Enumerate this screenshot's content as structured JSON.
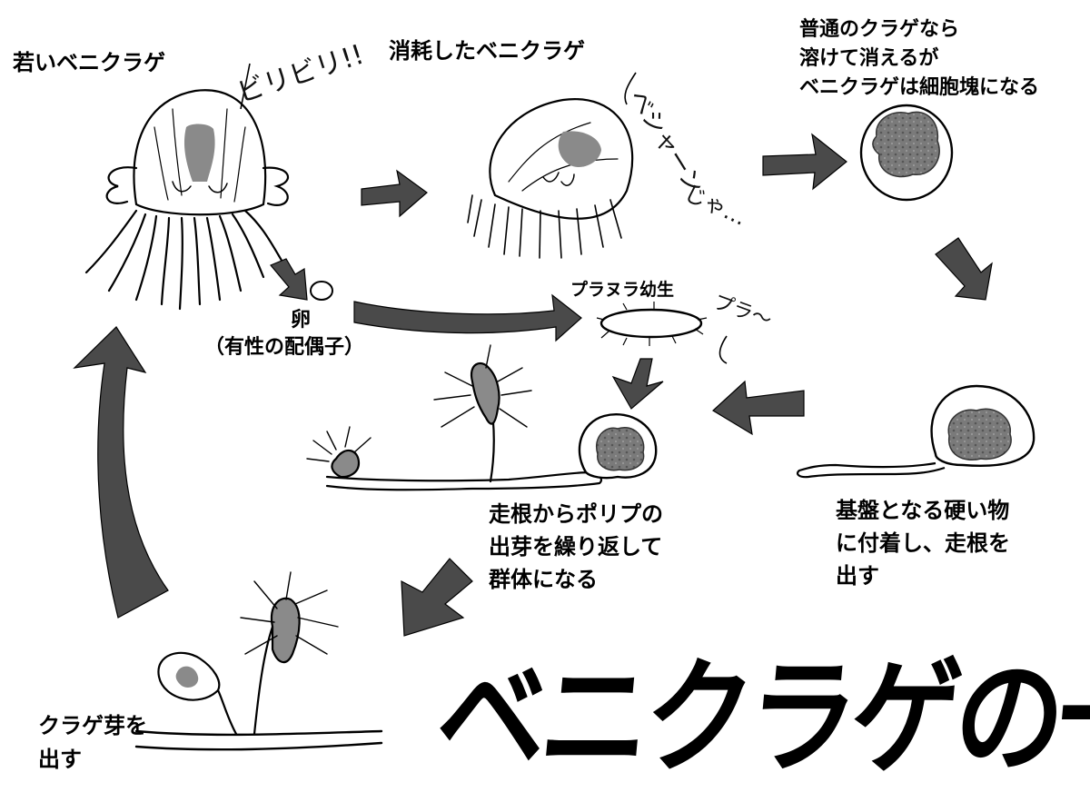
{
  "title": "ベニクラゲの一生",
  "labels": {
    "young": "若いベニクラゲ",
    "worn": "消耗したベニクラゲ",
    "normal_line1": "普通のクラゲなら",
    "normal_line2": "溶けて消えるが",
    "normal_line3": "ベニクラゲは細胞塊になる",
    "egg": "卵",
    "gamete": "（有性の配偶子）",
    "planula": "プラヌラ幼生",
    "attach_line1": "基盤となる硬い物",
    "attach_line2": "に付着し、走根を",
    "attach_line3": "出す",
    "colony_line1": "走根からポリプの",
    "colony_line2": "出芽を繰り返して",
    "colony_line3": "群体になる",
    "bud_line1": "クラゲ芽を",
    "bud_line2": "出す"
  },
  "onomatopoeia": {
    "biribiri": "ビリビリ!!",
    "beshan": "べシャーン",
    "jya": "じゃ…",
    "pura": "プラ〜"
  },
  "colors": {
    "arrow_fill": "#4a4a4a",
    "cell_mass": "#777777",
    "stomach": "#8a8a8a",
    "line": "#000000",
    "background": "#ffffff"
  }
}
